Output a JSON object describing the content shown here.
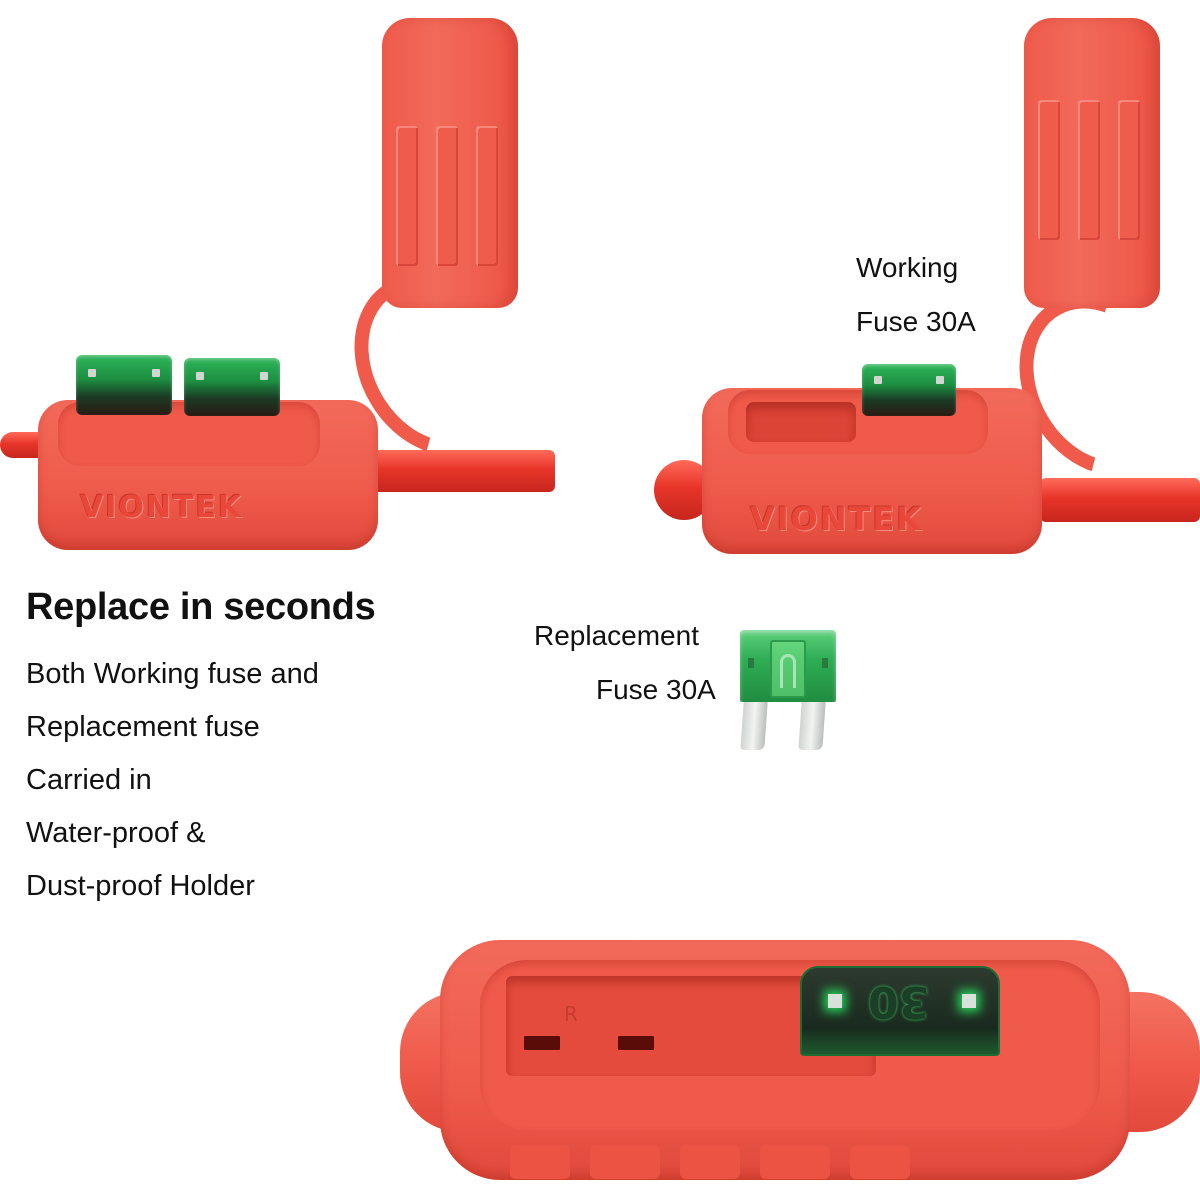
{
  "headline": "Replace in seconds",
  "description_lines": [
    "Both Working fuse and",
    "Replacement fuse",
    "Carried in",
    "Water-proof &",
    "Dust-proof Holder"
  ],
  "callouts": {
    "working_fuse": {
      "line1": "Working",
      "line2": "Fuse 30A"
    },
    "replacement_fuse": {
      "line1": "Replacement",
      "line2": "Fuse 30A"
    }
  },
  "product": {
    "brand_mark": "VIONTEK",
    "fuse_rating_marking": "30",
    "holder_slot_marking": "R",
    "colors": {
      "holder_red": "#f05a4a",
      "fuse_green": "#1d8f41",
      "background": "#ffffff"
    }
  }
}
